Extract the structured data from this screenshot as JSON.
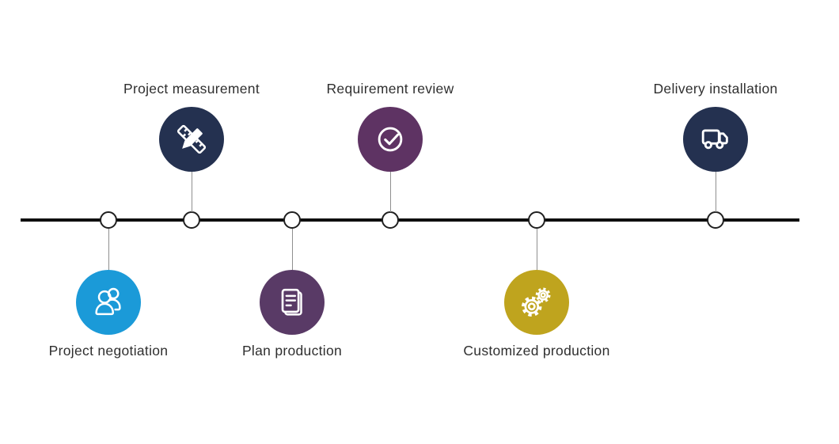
{
  "diagram": {
    "type": "timeline-process",
    "steps": [
      {
        "label": "Project negotiation",
        "icon": "people-icon",
        "color": "#1b9ad8",
        "side": "below"
      },
      {
        "label": "Project measurement",
        "icon": "ruler-pencil-icon",
        "color": "#243150",
        "side": "above"
      },
      {
        "label": "Plan production",
        "icon": "document-icon",
        "color": "#593a66",
        "side": "below"
      },
      {
        "label": "Requirement review",
        "icon": "check-circle-icon",
        "color": "#5e3363",
        "side": "above"
      },
      {
        "label": "Customized production",
        "icon": "gears-icon",
        "color": "#bfa41e",
        "side": "below"
      },
      {
        "label": "Delivery installation",
        "icon": "truck-icon",
        "color": "#243150",
        "side": "above"
      }
    ],
    "colors": {
      "timeline": "#0f0f0f",
      "node_fill": "#ffffff",
      "node_border": "#1f1f1f",
      "connector": "#8f8f8f",
      "label": "#2f2f2f",
      "icon": "#ffffff",
      "background": "#ffffff"
    }
  }
}
